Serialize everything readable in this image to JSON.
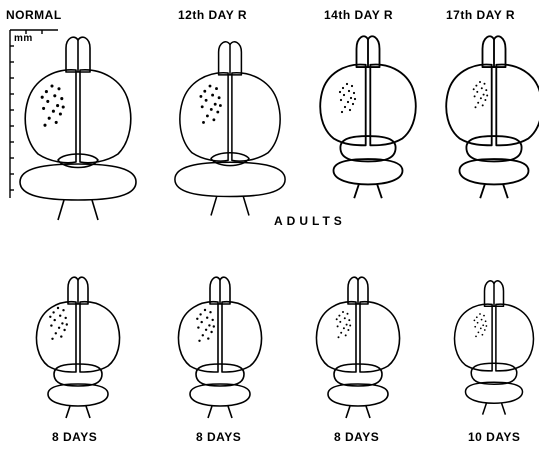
{
  "top_labels": [
    "NORMAL",
    "12th DAY R",
    "14th DAY R",
    "17th DAY R"
  ],
  "middle_label": "ADULTS",
  "bottom_labels": [
    "8 DAYS",
    "8 DAYS",
    "8 DAYS",
    "10 DAYS"
  ],
  "scale_unit": "mm"
}
